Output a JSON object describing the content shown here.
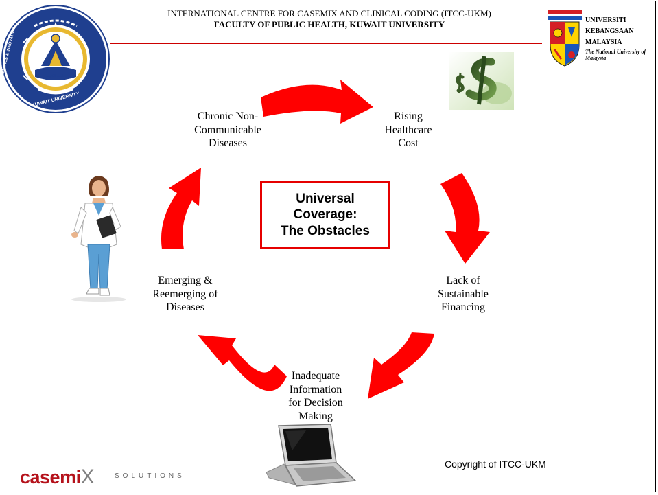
{
  "header": {
    "line1": "INTERNATIONAL CENTRE FOR CASEMIX AND CLINICAL CODING (ITCC-UKM)",
    "line2": "FACULTY OF PUBLIC HEALTH, KUWAIT UNIVERSITY"
  },
  "logos": {
    "kuwait_text": "جامعة الكويت",
    "kuwait_ring": "KUWAIT UNIVERSITY",
    "kuwait_side": "EXCELLENCE & INNOVATION",
    "ukm_line1": "UNIVERSITI",
    "ukm_line2": "KEBANGSAAN",
    "ukm_line3": "MALAYSIA",
    "ukm_tagline": "The National University of Malaysia"
  },
  "title": "Universal\nCoverage:\nThe Obstacles",
  "steps": {
    "chronic": "Chronic Non-\nCommunicable\nDiseases",
    "cost": "Rising\nHealthcare\nCost",
    "financing": "Lack of\nSustainable\nFinancing",
    "information": "Inadequate\nInformation\nfor Decision\nMaking",
    "emerging": "Emerging &\nReemerging of\nDiseases"
  },
  "footer": {
    "copyright": "Copyright of ITCC-UKM",
    "brand_main": "casemi",
    "brand_x": "X",
    "brand_sub": "SOLUTIONS"
  },
  "colors": {
    "arrow": "#ff0000",
    "title_border": "#e60000",
    "header_rule": "#cc0000",
    "casemix_brand": "#b5121b",
    "kuwait_blue": "#1f3f8f",
    "kuwait_gold": "#e8b830"
  },
  "icons": [
    "kuwait-university-logo-icon",
    "ukm-logo-icon",
    "dollar-sign-icon",
    "doctor-figure-icon",
    "laptop-icon",
    "curved-arrow-icon"
  ]
}
